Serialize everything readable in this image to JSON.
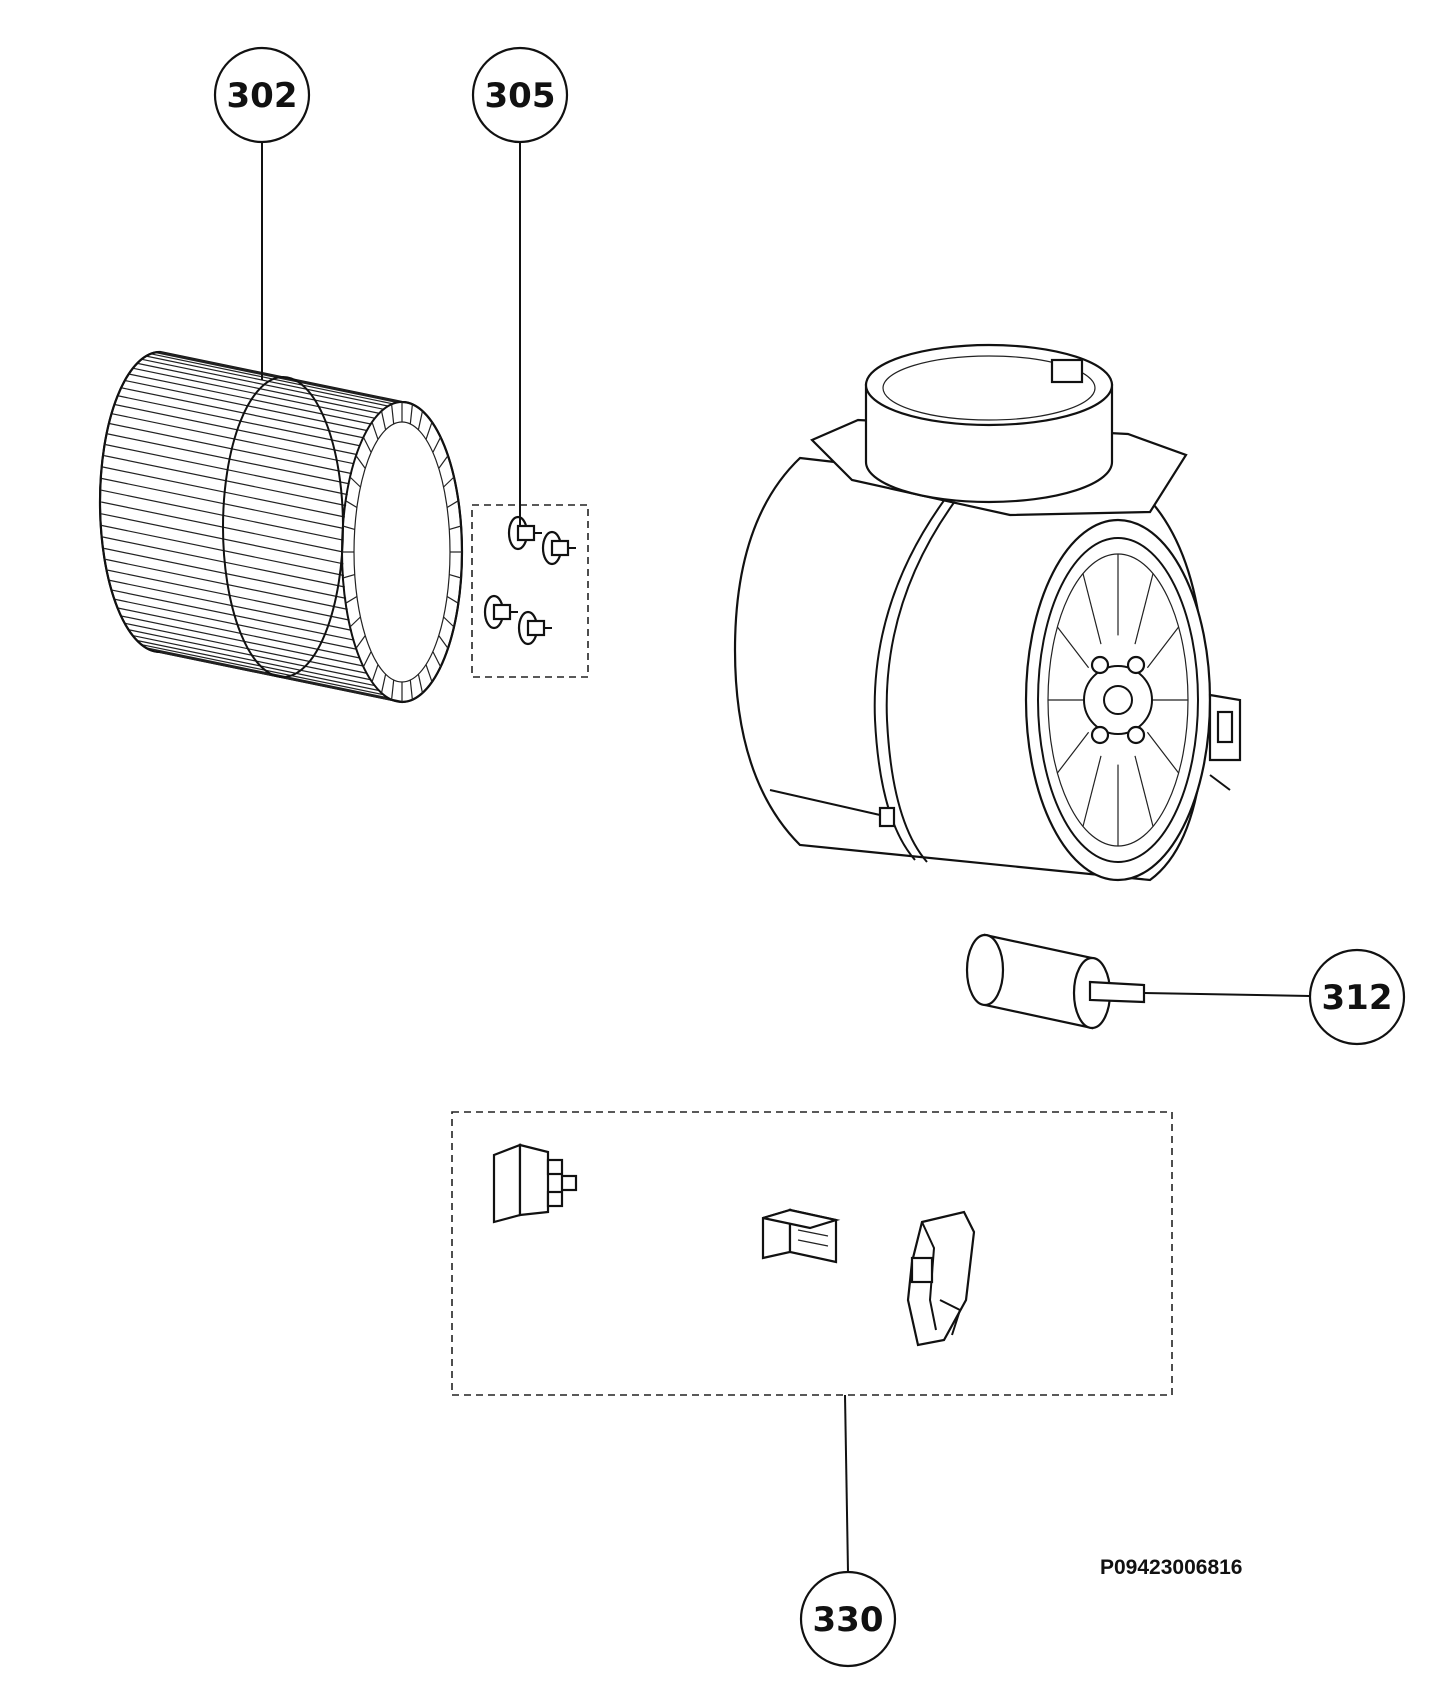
{
  "callouts": {
    "c302": "302",
    "c305": "305",
    "c312": "312",
    "c330": "330"
  },
  "drawing_code": "P09423006816",
  "colors": {
    "ink": "#111111",
    "paper": "#ffffff"
  }
}
